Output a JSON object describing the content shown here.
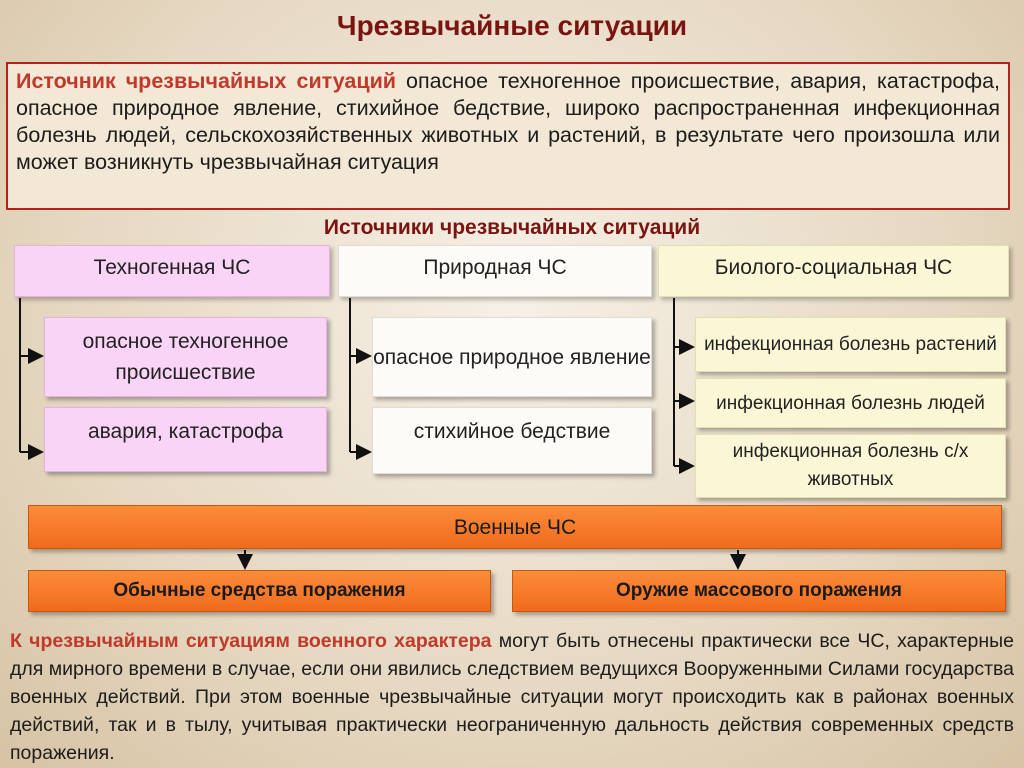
{
  "title": "Чрезвычайные ситуации",
  "definition": {
    "term": "Источник чрезвычайных ситуаций",
    "text": " опасное техногенное происшествие, авария, катастрофа, опасное природное явление, стихийное бедствие, широко распространенная инфекционная болезнь людей, сельскохозяйственных животных и растений, в результате чего произошла или может возникнуть чрезвычайная ситуация"
  },
  "sources_heading": "Источники чрезвычайных ситуаций",
  "categories": [
    {
      "label": "Техногенная ЧС",
      "items": [
        "опасное техногенное происшествие",
        "авария, катастрофа"
      ]
    },
    {
      "label": "Природная ЧС",
      "items": [
        "опасное природное явление",
        "стихийное бедствие"
      ]
    },
    {
      "label": "Биолого-социальная ЧС",
      "items": [
        "инфекционная болезнь растений",
        "инфекционная болезнь людей",
        "инфекционная болезнь с/х животных"
      ]
    }
  ],
  "military": {
    "label": "Военные ЧС",
    "children": [
      "Обычные средства поражения",
      "Оружие массового поражения"
    ]
  },
  "military_note": {
    "term": "К чрезвычайным ситуациям военного характера",
    "text": " могут быть отнесены практически все ЧС, характерные для мирного времени в случае, если они явились следствием ведущихся Вооруженными Силами государства военных действий. При этом военные чрезвычайные ситуации могут происходить как в районах военных действий, так и в тылу, учитывая практически неограниченную дальность действия современных средств поражения."
  },
  "colors": {
    "title": "#7a1410",
    "accent_red": "#c0392b",
    "technogenic": "#f9d4f6",
    "natural": "#fdfbf7",
    "biosocial": "#fbf7d6",
    "military": "#f57c28"
  }
}
